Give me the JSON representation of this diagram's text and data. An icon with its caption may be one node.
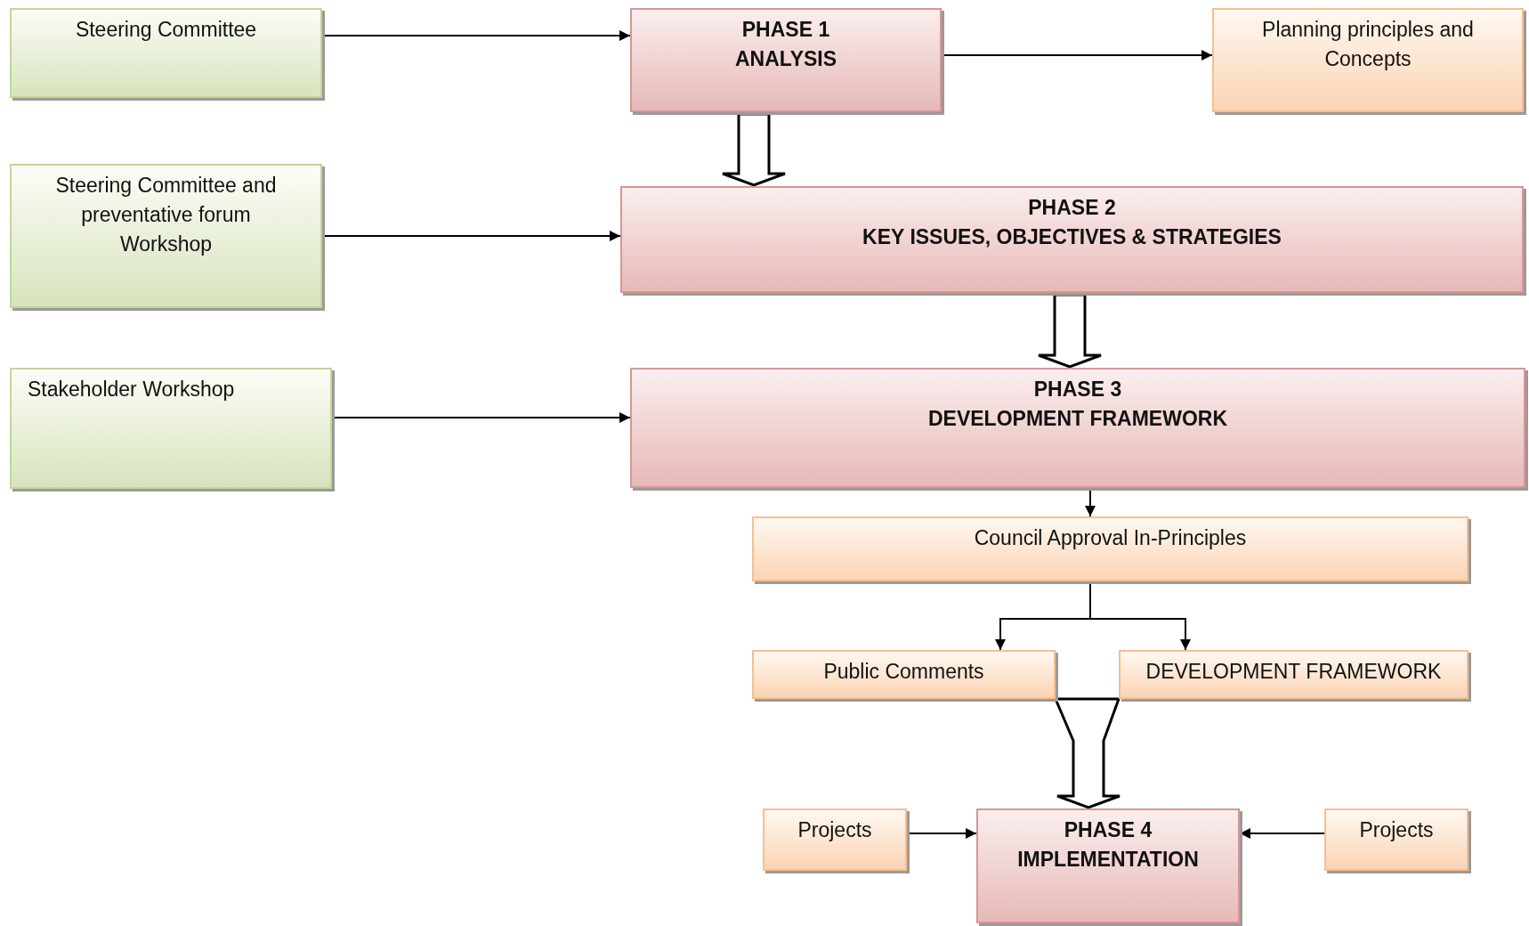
{
  "diagram": {
    "nodes": [
      {
        "text": [
          "Steering Committee"
        ]
      },
      {
        "text": [
          "PHASE 1",
          "ANALYSIS"
        ]
      },
      {
        "text": [
          "Planning principles and Concepts"
        ]
      },
      {
        "text": [
          "Steering Committee and preventative forum Workshop"
        ]
      },
      {
        "text": [
          "PHASE 2",
          "KEY ISSUES, OBJECTIVES & STRATEGIES"
        ]
      },
      {
        "text": [
          "Stakeholder Workshop"
        ]
      },
      {
        "text": [
          "PHASE 3",
          "DEVELOPMENT FRAMEWORK"
        ]
      },
      {
        "text": [
          "Council Approval In-Principles"
        ]
      },
      {
        "text": [
          "Public Comments"
        ]
      },
      {
        "text": [
          "DEVELOPMENT FRAMEWORK"
        ]
      },
      {
        "text": [
          "Projects"
        ]
      },
      {
        "text": [
          "PHASE 4",
          "IMPLEMENTATION"
        ]
      },
      {
        "text": [
          "Projects"
        ]
      }
    ],
    "edges": [
      {
        "from": 0,
        "to": 1,
        "arrow": "to"
      },
      {
        "from": 1,
        "to": 2,
        "arrow": "to"
      },
      {
        "from": 1,
        "to": 4,
        "arrow": "to",
        "style": "thick"
      },
      {
        "from": 3,
        "to": 4,
        "arrow": "to"
      },
      {
        "from": 4,
        "to": 6,
        "arrow": "to",
        "style": "thick"
      },
      {
        "from": 5,
        "to": 6,
        "arrow": "to"
      },
      {
        "from": 6,
        "to": 7,
        "arrow": "to"
      },
      {
        "from": 7,
        "to": 8,
        "arrow": "to"
      },
      {
        "from": 7,
        "to": 9,
        "arrow": "to"
      },
      {
        "from": 8,
        "to": 11,
        "arrow": "to",
        "style": "thick"
      },
      {
        "from": 9,
        "to": 11,
        "arrow": "to",
        "style": "thick"
      },
      {
        "from": 10,
        "to": 11,
        "arrow": "to"
      },
      {
        "from": 12,
        "to": 11,
        "arrow": "to"
      }
    ]
  }
}
